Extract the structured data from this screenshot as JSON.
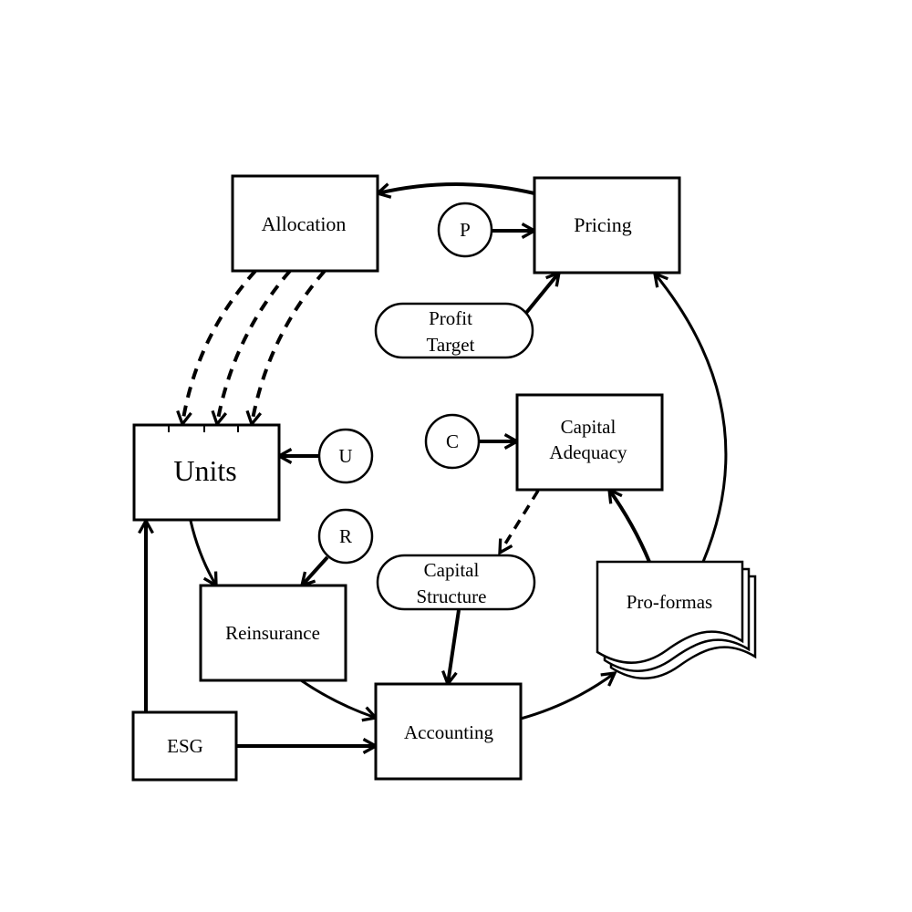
{
  "nodes": {
    "allocation": "Allocation",
    "pricing": "Pricing",
    "p_circle": "P",
    "profit_target_line1": "Profit",
    "profit_target_line2": "Target",
    "units": "Units",
    "u_circle": "U",
    "c_circle": "C",
    "capital_adequacy_line1": "Capital",
    "capital_adequacy_line2": "Adequacy",
    "r_circle": "R",
    "reinsurance": "Reinsurance",
    "capital_structure_line1": "Capital",
    "capital_structure_line2": "Structure",
    "pro_formas": "Pro-formas",
    "esg": "ESG",
    "accounting": "Accounting"
  }
}
